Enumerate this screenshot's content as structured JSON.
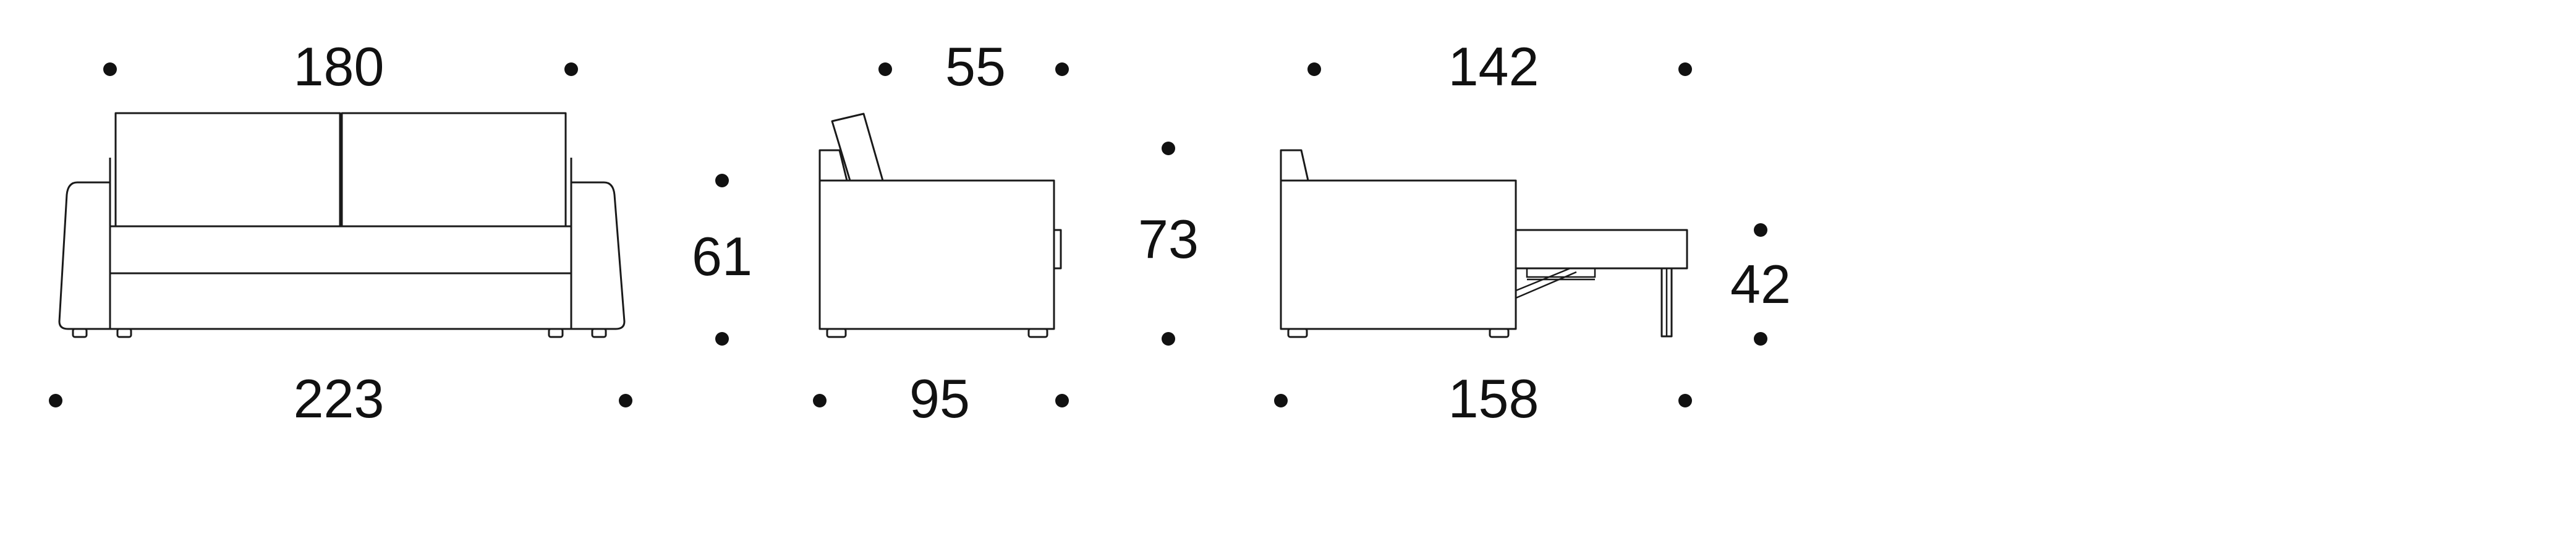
{
  "front_view": {
    "top_width": "180",
    "bottom_width": "223",
    "back_height": "61"
  },
  "side_view": {
    "top_depth": "55",
    "bottom_depth": "95",
    "total_height": "73"
  },
  "bed_view": {
    "top_length": "142",
    "bottom_length": "158",
    "seat_height": "42"
  },
  "colors": {
    "line": "#1a1a1a",
    "background": "#ffffff"
  }
}
